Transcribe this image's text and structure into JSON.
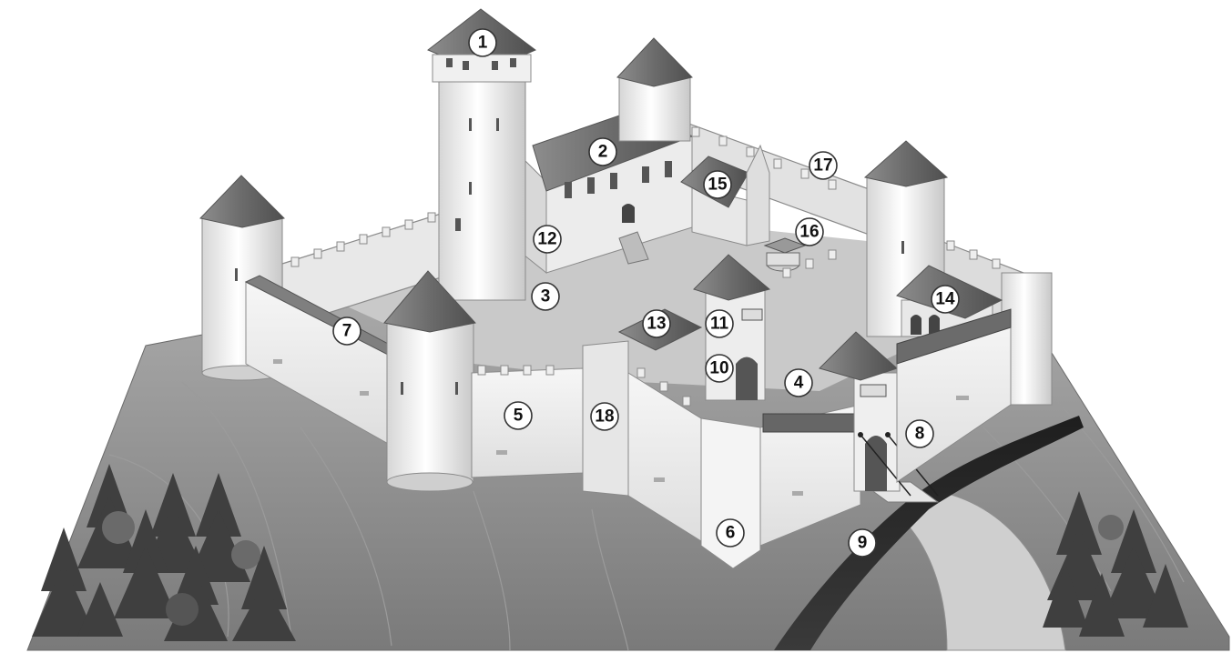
{
  "callouts": [
    "1",
    "2",
    "3",
    "4",
    "5",
    "6",
    "7",
    "8",
    "9",
    "10",
    "11",
    "12",
    "13",
    "14",
    "15",
    "16",
    "17",
    "18"
  ],
  "colors": {
    "hill": "#8f8f8f",
    "hill_light": "#b4b4b4",
    "wall_light": "#f2f2f2",
    "wall_shade": "#d4d4d4",
    "roof": "#7a7a7a",
    "roof_dark": "#555555",
    "courtyard": "#c9c9c9",
    "moat": "#2e2e2e",
    "road": "#cfcfcf",
    "tree": "#3f3f3f"
  }
}
